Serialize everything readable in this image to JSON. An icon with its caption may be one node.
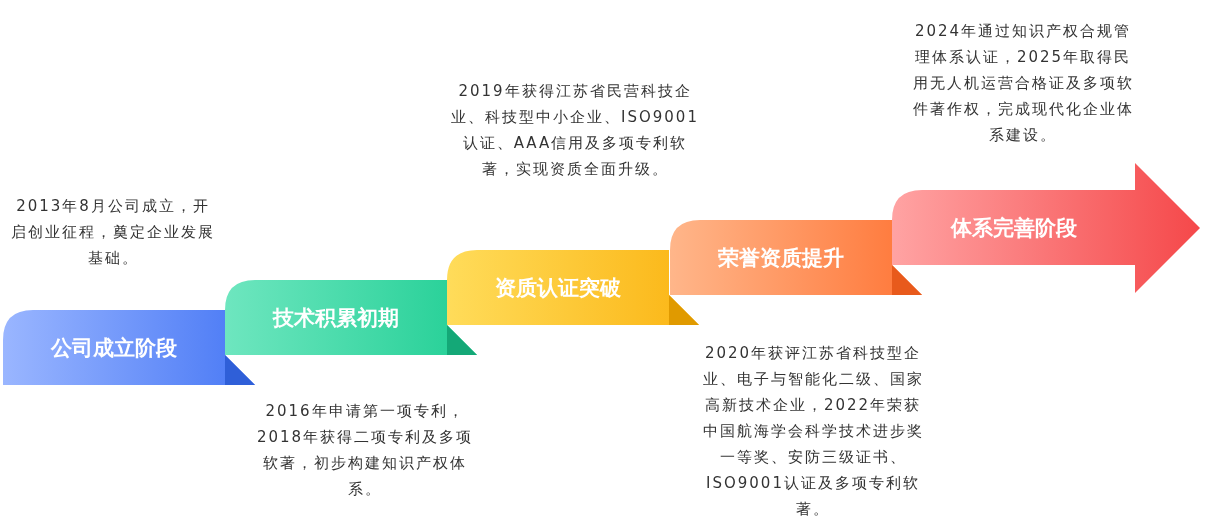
{
  "diagram": {
    "nodes": [
      {
        "text": [
          "公司成立阶段"
        ]
      },
      {
        "text": [
          "技术积累初期"
        ]
      },
      {
        "text": [
          "资质认证突破"
        ]
      },
      {
        "text": [
          "荣誉资质提升"
        ]
      },
      {
        "text": [
          "体系完善阶段"
        ]
      }
    ],
    "labels": [
      "2013年8月公司成立，开启创业征程，奠定企业发展基础。",
      "2016年申请第一项专利，2018年获得二项专利及多项软著，初步构建知识产权体系。",
      "2019年获得江苏省民营科技企业、科技型中小企业、ISO9001认证、AAA信用及多项专利软著，实现资质全面升级。",
      "2020年获评江苏省科技型企业、电子与智能化二级、国家高新技术企业，2022年荣获中国航海学会科学技术进步奖一等奖、安防三级证书、ISO9001认证及多项专利软著。",
      "2024年通过知识产权合规管理体系认证，2025年取得民用无人机运营合格证及多项软件著作权，完成现代化企业体系建设。"
    ]
  }
}
